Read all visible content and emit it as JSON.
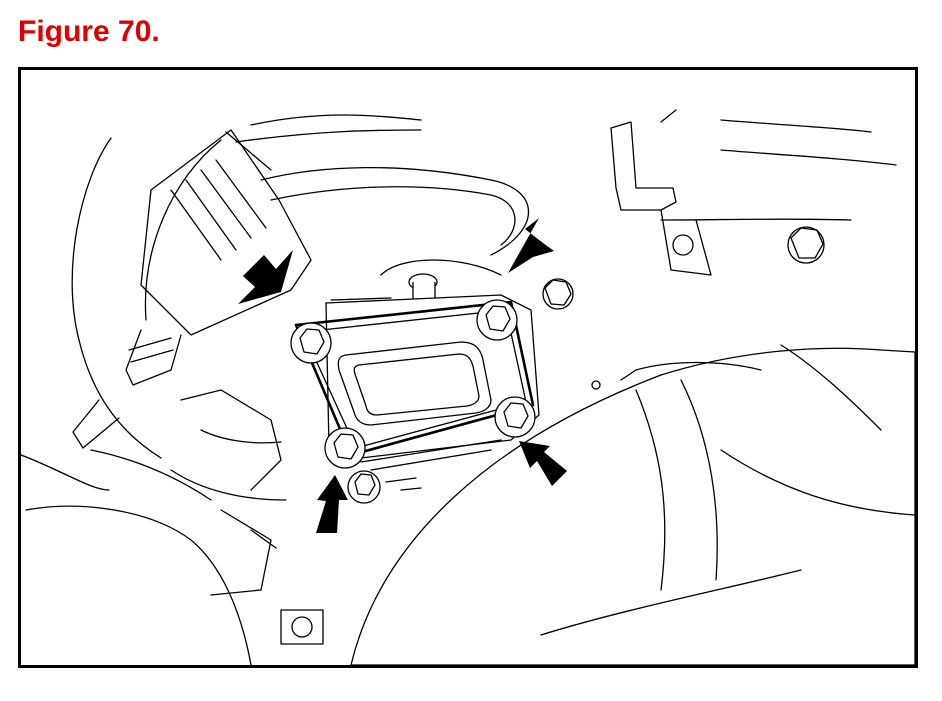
{
  "figure": {
    "title": "Figure 70.",
    "title_color": "#e00000"
  },
  "illustration": {
    "component": "module-with-four-bolts",
    "arrow_count": 4,
    "bolt_count": 4
  }
}
